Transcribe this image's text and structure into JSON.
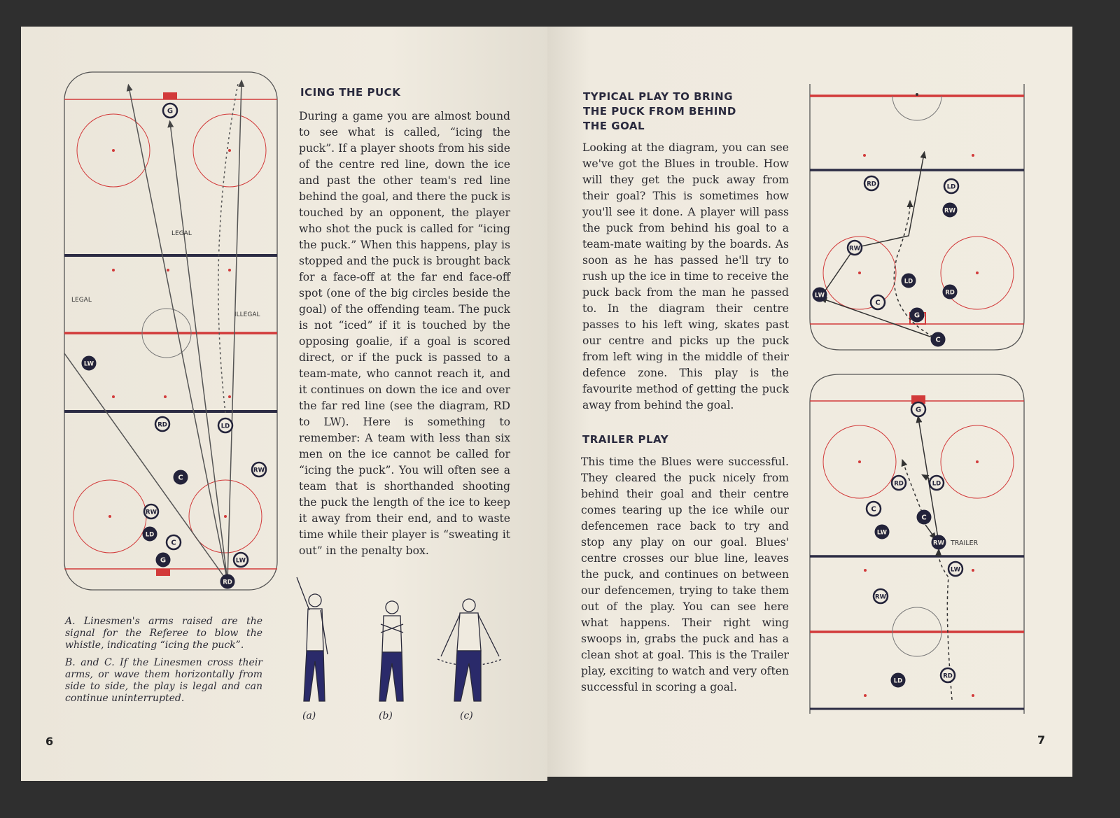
{
  "left_page": {
    "page_number": "6",
    "icing": {
      "heading": "ICING THE PUCK",
      "body": "During a game you are almost bound to see what is called, “icing the puck”. If a player shoots from his side of the centre red line, down the ice and past the other team's red line behind the goal, and there the puck is touched by an opponent, the player who shot the puck is called for “icing the puck.” When this happens, play is stopped and the puck is brought back for a face-off at the far end face-off spot (one of the big circles beside the goal) of the offending team. The puck is not “iced” if it is touched by the opposing goalie, if a goal is scored direct, or if the puck is passed to a team-mate, who cannot reach it, and it continues on down the ice and over the far red line (see the diagram, RD to LW). Here is something to remember: A team with less than six men on the ice cannot be called for “icing the puck”. You will often see a team that is shorthanded shooting the puck the length of the ice to keep it away from their end, and to waste time while their player is “sweating it out” in the penalty box."
    },
    "diagram_labels": {
      "legal_1": "LEGAL",
      "legal_2": "LEGAL",
      "illegal": "ILLEGAL"
    },
    "players": [
      "G",
      "LW",
      "RD",
      "LD",
      "C",
      "RW",
      "RW",
      "LD",
      "C",
      "G",
      "LW",
      "RD"
    ],
    "captions": {
      "a": "A. Linesmen's arms raised are the signal for the Referee to blow the whistle, indicating “icing the puck”.",
      "bc": "B. and C. If the Linesmen cross their arms, or wave them horizontally from side to side, the play is legal and can continue uninterrupted."
    },
    "figure_labels": [
      "(a)",
      "(b)",
      "(c)"
    ]
  },
  "right_page": {
    "page_number": "7",
    "typical": {
      "heading_lines": [
        "TYPICAL PLAY TO BRING",
        "THE PUCK FROM BEHIND",
        "THE GOAL"
      ],
      "body": "Looking at the diagram, you can see we've got the Blues in trouble. How will they get the puck away from their goal? This is sometimes how you'll see it done. A player will pass the puck from behind his goal to a team-mate waiting by the boards. As soon as he has passed he'll try to rush up the ice in time to receive the puck back from the man he passed to. In the diagram their centre passes to his left wing, skates past our centre and picks up the puck from left wing in the middle of their defence zone. This play is the favourite method of getting the puck away from behind the goal."
    },
    "trailer": {
      "heading": "TRAILER PLAY",
      "body": "This time the Blues were successful. They cleared the puck nicely from behind their goal and their centre comes tearing up the ice while our defencemen race back to try and stop any play on our goal. Blues' centre crosses our blue line, leaves the puck, and continues on between our defencemen, trying to take them out of the play. You can see here what happens. Their right wing swoops in, grabs the puck and has a clean shot at goal. This is the Trailer play, exciting to watch and very often successful in scoring a goal."
    },
    "top_players": [
      "RD",
      "LD",
      "RW",
      "RW",
      "LW",
      "LD",
      "RD",
      "C",
      "G",
      "C"
    ],
    "bottom_players": [
      "G",
      "RD",
      "LD",
      "C",
      "C",
      "LW",
      "RW",
      "LW",
      "RW",
      "LD",
      "RD"
    ],
    "trailer_label": "TRAILER"
  },
  "colors": {
    "paper": "#efeadf",
    "ink": "#23233a",
    "red_line": "#d23a3a",
    "blue_line": "#2c2c44"
  }
}
